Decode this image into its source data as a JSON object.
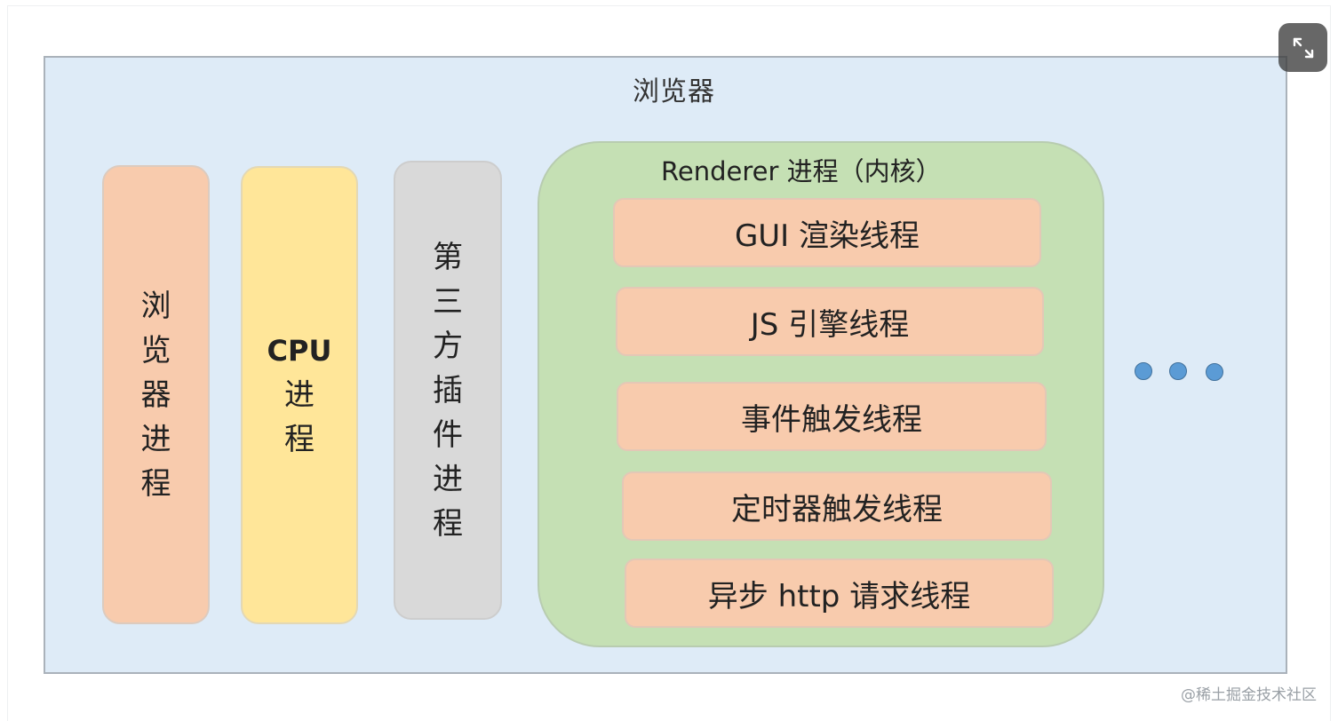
{
  "browser": {
    "title": "浏览器"
  },
  "processes": {
    "browser_process": [
      "浏",
      "览",
      "器",
      "进",
      "程"
    ],
    "cpu_process": {
      "head": "CPU",
      "chars": [
        "进",
        "程"
      ]
    },
    "plugin_process": [
      "第",
      "三",
      "方",
      "插",
      "件",
      "进",
      "程"
    ]
  },
  "renderer": {
    "title": "Renderer 进程（内核）",
    "threads": [
      "GUI 渲染线程",
      "JS 引擎线程",
      "事件触发线程",
      "定时器触发线程",
      "异步 http 请求线程"
    ]
  },
  "more": {
    "icon": "ellipsis-dots"
  },
  "controls": {
    "expand_icon": "expand-icon"
  },
  "watermark": "@稀土掘金技术社区",
  "colors": {
    "browser_bg": "#deebf7",
    "browser_process": "#f8cbad",
    "cpu_process": "#ffe699",
    "plugin_process": "#d9d9d9",
    "renderer_bg": "#c5e0b4",
    "thread_bg": "#f8cbad",
    "dots": "#5b9bd5"
  }
}
